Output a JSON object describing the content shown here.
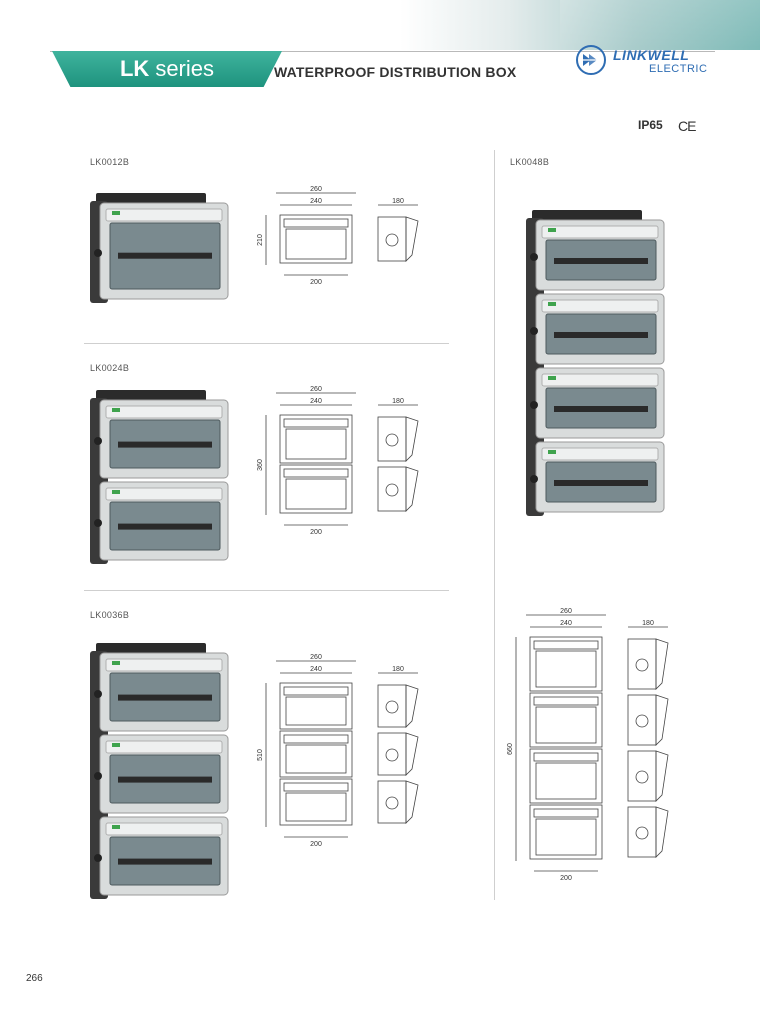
{
  "header": {
    "series_prefix": "LK",
    "series_suffix": "series",
    "title": "WATERPROOF DISTRIBUTION BOX",
    "brand_name": "LINKWELL",
    "brand_sub": "ELECTRIC",
    "brand_color": "#2f6db3",
    "tab_color": "#1e937e"
  },
  "certifications": {
    "ip": "IP65",
    "ce": "CE"
  },
  "products": [
    {
      "model": "LK0012B",
      "width": "260",
      "inner": "240",
      "height": "210",
      "base": "200",
      "depth": "180",
      "modules": 1
    },
    {
      "model": "LK0024B",
      "width": "260",
      "inner": "240",
      "height": "360",
      "base": "200",
      "depth": "180",
      "modules": 2
    },
    {
      "model": "LK0036B",
      "width": "260",
      "inner": "240",
      "height": "510",
      "base": "200",
      "depth": "180",
      "modules": 3
    },
    {
      "model": "LK0048B",
      "width": "260",
      "inner": "240",
      "height": "660",
      "base": "200",
      "depth": "180",
      "modules": 4
    }
  ],
  "page_number": "266"
}
